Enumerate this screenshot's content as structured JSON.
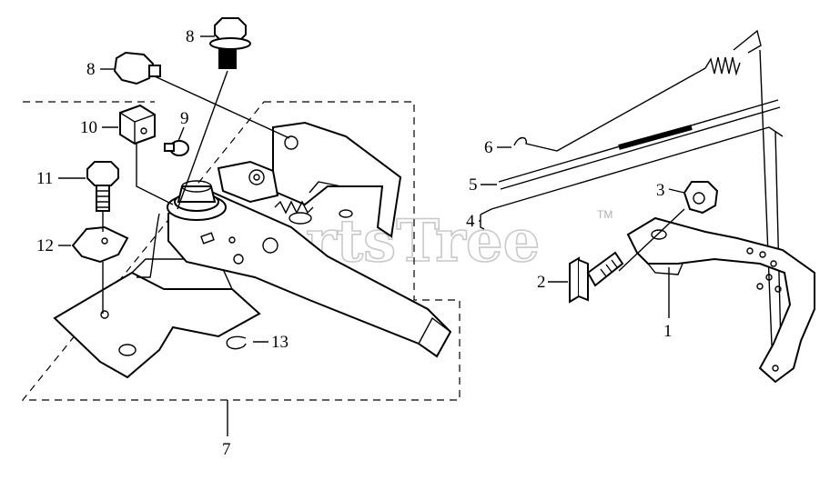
{
  "watermark": {
    "text": "PartsTree",
    "tm": "TM"
  },
  "callouts": [
    {
      "id": "c1",
      "num": "1"
    },
    {
      "id": "c2",
      "num": "2"
    },
    {
      "id": "c3",
      "num": "3"
    },
    {
      "id": "c4",
      "num": "4"
    },
    {
      "id": "c5",
      "num": "5"
    },
    {
      "id": "c6",
      "num": "6"
    },
    {
      "id": "c7",
      "num": "7"
    },
    {
      "id": "c8a",
      "num": "8"
    },
    {
      "id": "c8b",
      "num": "8"
    },
    {
      "id": "c9",
      "num": "9"
    },
    {
      "id": "c10",
      "num": "10"
    },
    {
      "id": "c11",
      "num": "11"
    },
    {
      "id": "c12",
      "num": "12"
    },
    {
      "id": "c13",
      "num": "13"
    }
  ]
}
